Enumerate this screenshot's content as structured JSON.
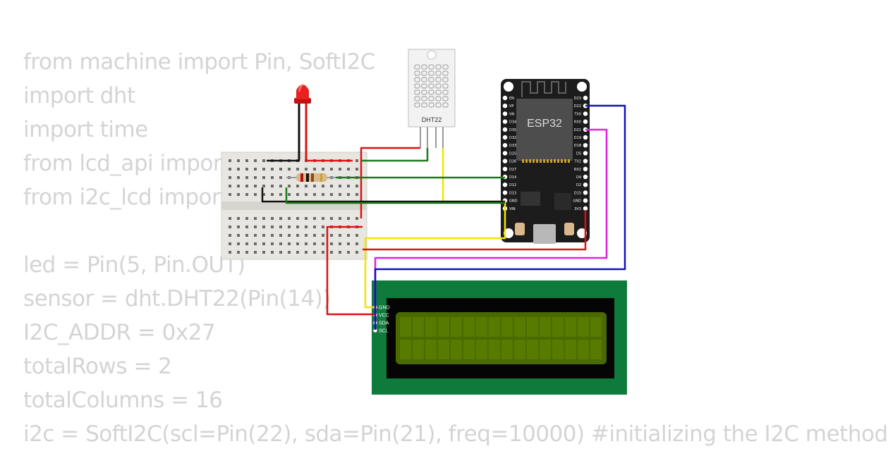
{
  "code": [
    "from machine import Pin, SoftI2C",
    "import dht",
    "import time",
    "from lcd_api import LcdApi",
    "from i2c_lcd import I2cLcd",
    "",
    "led = Pin(5, Pin.OUT)",
    "sensor = dht.DHT22(Pin(14))",
    "I2C_ADDR = 0x27",
    "totalRows = 2",
    "totalColumns = 16",
    "i2c = SoftI2C(scl=Pin(22), sda=Pin(21), freq=10000) #initializing the I2C method"
  ],
  "components": {
    "dht_label": "DHT22",
    "esp32_label": "ESP32",
    "lcd_pins": [
      "GND",
      "VCC",
      "SDA",
      "SCL"
    ],
    "esp32_left_pins": [
      "EN",
      "VP",
      "VN",
      "D34",
      "D35",
      "D32",
      "D33",
      "D25",
      "D26",
      "D27",
      "D14",
      "D12",
      "D13",
      "GND",
      "VIN"
    ],
    "esp32_right_pins": [
      "D23",
      "D22",
      "TX0",
      "RX0",
      "D21",
      "D19",
      "D18",
      "D5",
      "TX2",
      "RX2",
      "D4",
      "D2",
      "D15",
      "GND",
      "3V3"
    ]
  },
  "colors": {
    "red": "#e01010",
    "black": "#111111",
    "green": "#1a7a1a",
    "yellow": "#f5e400",
    "magenta": "#e020e0",
    "blue": "#1010c0",
    "lcd_board": "#0e7a3c",
    "lcd_screen": "#4a6a00"
  }
}
